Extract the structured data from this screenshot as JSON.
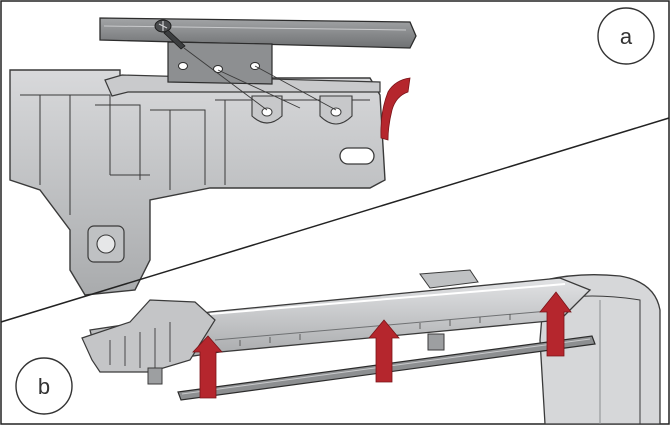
{
  "panels": [
    {
      "id": "a",
      "label": "a"
    },
    {
      "id": "b",
      "label": "b"
    }
  ],
  "colors": {
    "background": "#ffffff",
    "border": "#222222",
    "part_dark": "#8a8c8e",
    "part_mid": "#b7b9bb",
    "part_light": "#dcdddf",
    "outline": "#3a3a3a",
    "accent_red": "#b5262d"
  },
  "icons": {
    "screw": "screw-icon",
    "direction_arrow": "arrow-up-icon",
    "curved_arrow": "curved-arrow-icon"
  }
}
